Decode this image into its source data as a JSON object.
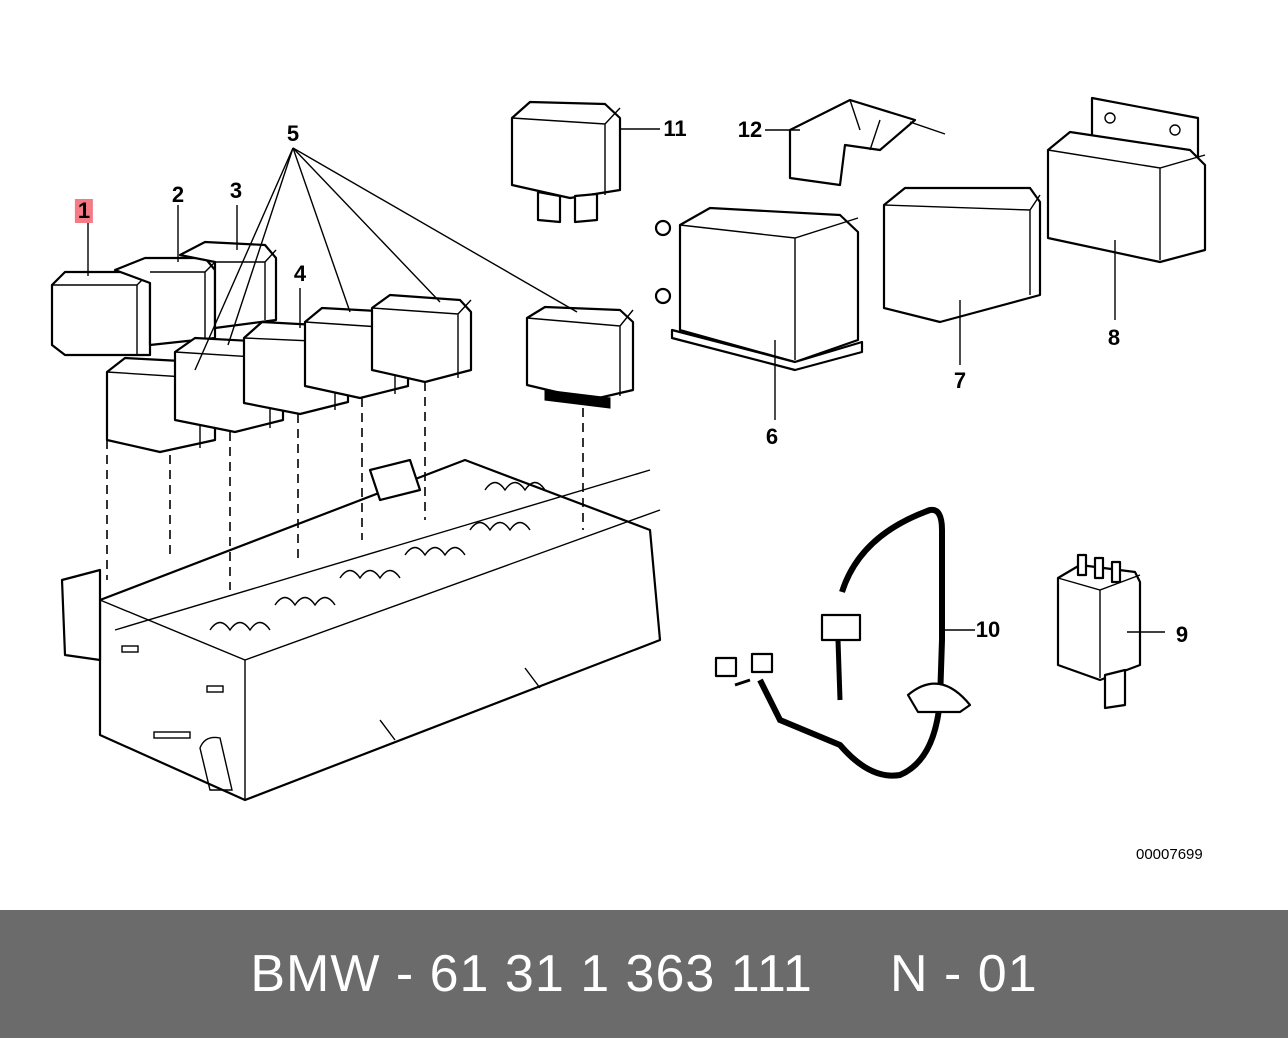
{
  "diagram": {
    "callouts": [
      {
        "label": "1",
        "highlighted": true
      },
      {
        "label": "2"
      },
      {
        "label": "3"
      },
      {
        "label": "4"
      },
      {
        "label": "5"
      },
      {
        "label": "6"
      },
      {
        "label": "7"
      },
      {
        "label": "8"
      },
      {
        "label": "9"
      },
      {
        "label": "10"
      },
      {
        "label": "11"
      },
      {
        "label": "12"
      }
    ],
    "reference_code": "00007699",
    "highlight_color": "#f47a86"
  },
  "footer": {
    "text": "BMW - 61 31 1 363 111     N - 01",
    "background_color": "#6b6b6b"
  }
}
